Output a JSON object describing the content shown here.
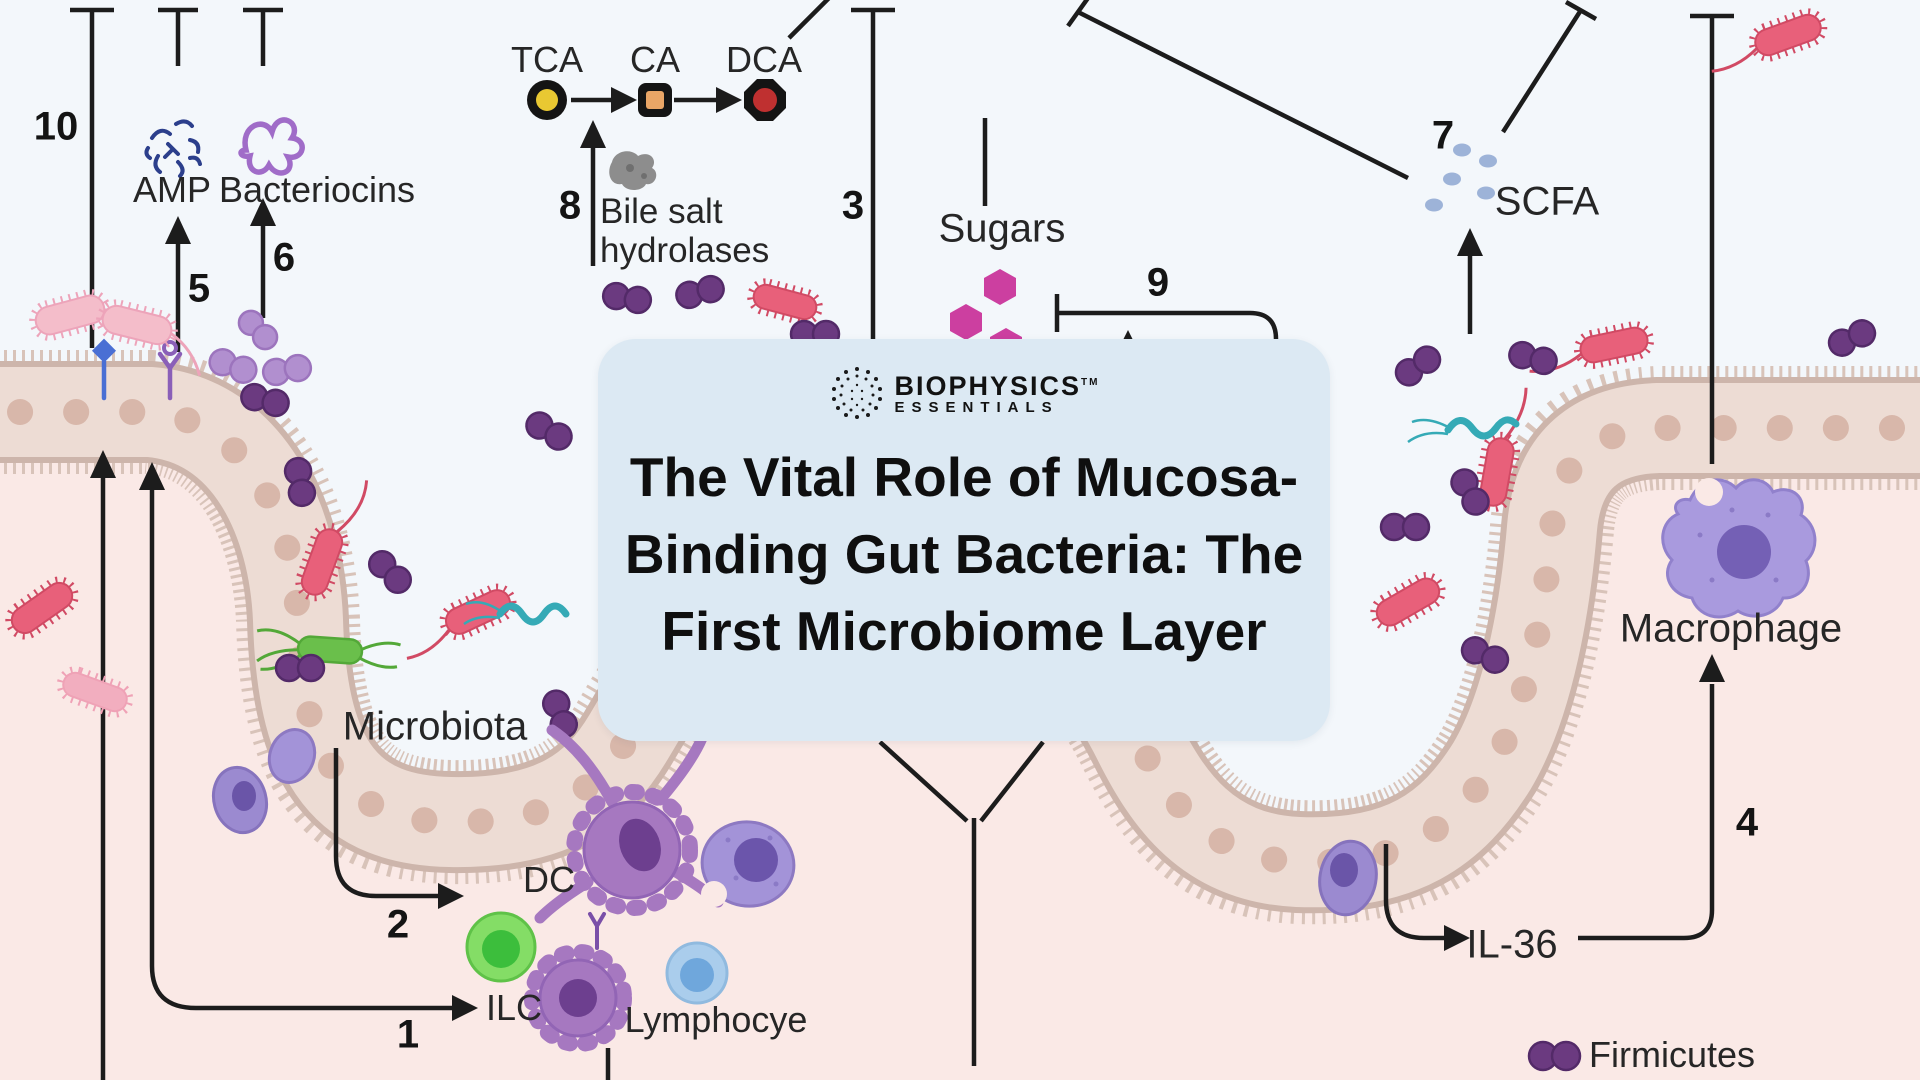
{
  "title_card": {
    "brand_name": "BIOPHYSICS",
    "brand_tm": "TM",
    "brand_sub": "ESSENTIALS",
    "title_lines": [
      "The Vital Role of Mucosa-",
      "Binding Gut Bacteria: The",
      "First Microbiome Layer"
    ]
  },
  "step_numbers": {
    "n1": "1",
    "n2": "2",
    "n3": "3",
    "n4": "4",
    "n5": "5",
    "n6": "6",
    "n7": "7",
    "n8": "8",
    "n9": "9",
    "n10": "10"
  },
  "labels": {
    "amp": "AMP",
    "bacteriocins": "Bacteriocins",
    "bile_salt_line1": "Bile salt",
    "bile_salt_line2": "hydrolases",
    "sugars": "Sugars",
    "scfa": "SCFA",
    "microbiota": "Microbiota",
    "dc": "DC",
    "ilc": "ILC",
    "lymphocyte": "Lymphocye",
    "macrophage": "Macrophage",
    "il36": "IL-36"
  },
  "bile_acids": {
    "tca": "TCA",
    "ca": "CA",
    "dca": "DCA"
  },
  "legend": {
    "firmicutes": "Firmicutes"
  },
  "icons": {
    "amp_icon": "antimicrobial-peptide-squiggles",
    "bacteriocins_icon": "bacteriocin-loop",
    "bile_enzyme_icon": "gray-enzyme-blob",
    "tca_icon": "yellow-circle",
    "ca_icon": "orange-square",
    "dca_icon": "red-octagon",
    "sugar_icon": "magenta-hexagon",
    "scfa_icon": "blue-dots",
    "logo_icon": "dotted-body-circle"
  },
  "colors": {
    "card_bg": "#dce9f3",
    "lumen": "#f3f7fb",
    "tissue_pink": "#fae9e6",
    "epithelium_body": "#eddcd4",
    "epithelium_border": "#cdb5ab",
    "line_black": "#1c1c1c",
    "firmicutes_purple": "#6b3a80",
    "light_purple_cocci": "#b18fcf",
    "bacteria_red": "#e8607a",
    "bacteria_light_pink": "#f4bdca",
    "bacteria_green": "#6abf4b",
    "bacteria_teal": "#35aab6",
    "sugar_magenta": "#cc3fa0",
    "scfa_blue": "#9db3d8",
    "tca_yellow": "#e9c832",
    "ca_orange": "#e9a566",
    "dca_red": "#bf3030",
    "amp_navy": "#2c3f8c",
    "bacteriocin_purple": "#a06cc8",
    "immune_purple": "#a692d6",
    "dc_purple": "#a678c0",
    "ilc_green": "#84dd66",
    "lymphocyte_blue": "#aacdec"
  }
}
